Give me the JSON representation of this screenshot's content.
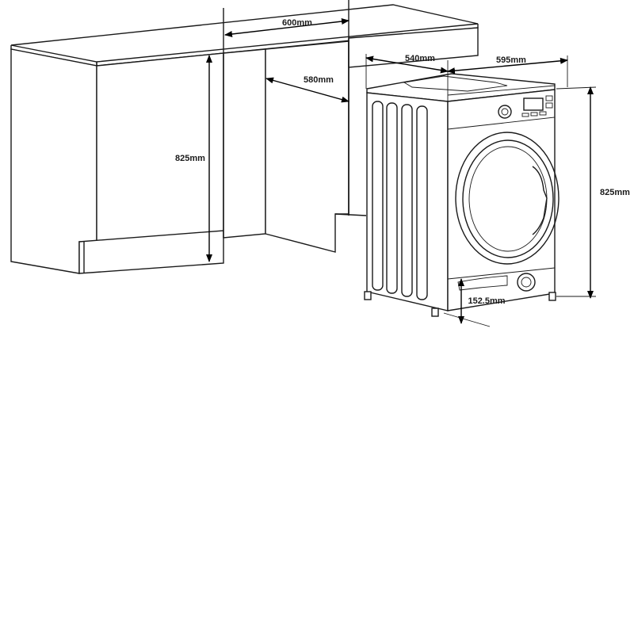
{
  "dimensions": {
    "niche_width": "600mm",
    "niche_depth": "580mm",
    "niche_height": "825mm",
    "machine_depth": "540mm",
    "machine_width": "595mm",
    "machine_height": "825mm",
    "plinth_height": "152.5mm"
  }
}
